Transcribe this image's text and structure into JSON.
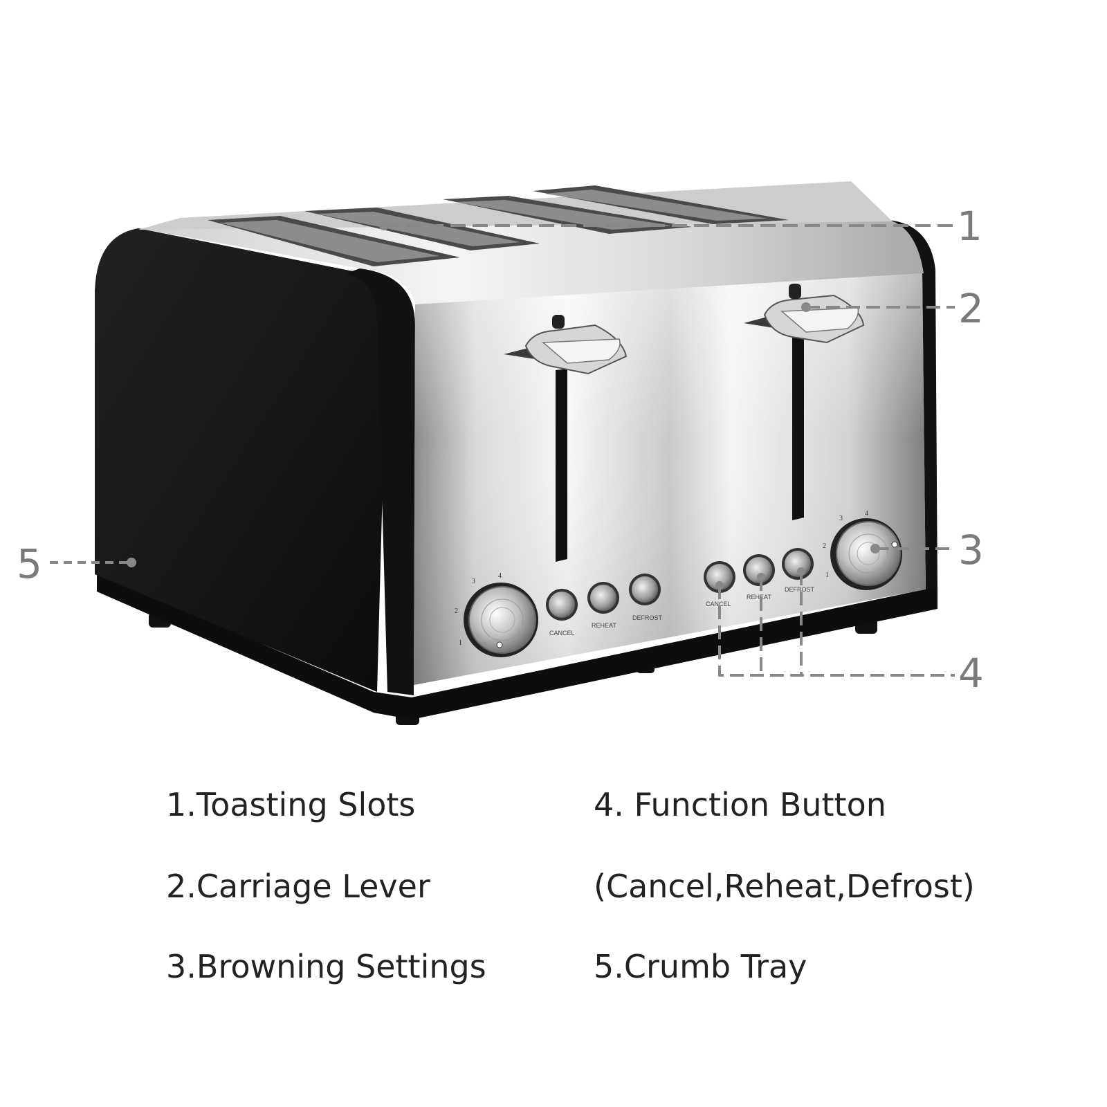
{
  "callouts": [
    "1",
    "2",
    "3",
    "4",
    "5"
  ],
  "panel": {
    "cancel": "CANCEL",
    "reheat": "REHEAT",
    "defrost": "DEFROST",
    "dial_numbers": [
      "1",
      "2",
      "3",
      "4"
    ]
  },
  "legend": {
    "left": [
      "1.Toasting Slots",
      "2.Carriage Lever",
      "3.Browning Settings"
    ],
    "right": [
      "4. Function Button",
      "(Cancel,Reheat,Defrost)",
      "5.Crumb Tray"
    ]
  },
  "colors": {
    "body_black": "#141414",
    "steel_light": "#f2f2f2",
    "steel_dark": "#6e6e6e",
    "callout_line": "#888888"
  }
}
